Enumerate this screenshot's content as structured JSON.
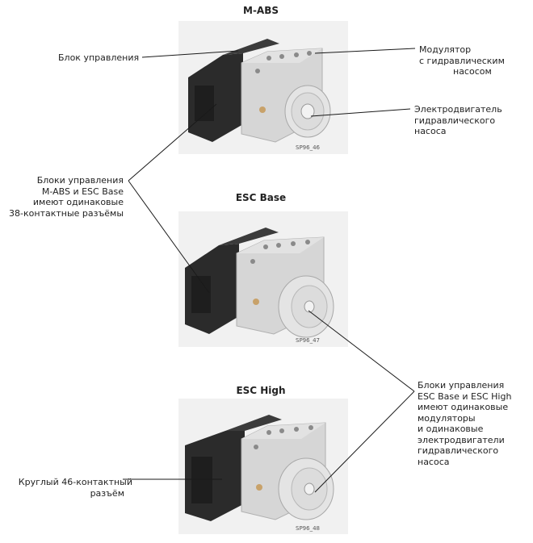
{
  "units": [
    {
      "title": "M-ABS",
      "caption": "SP96_46"
    },
    {
      "title": "ESC Base",
      "caption": "SP96_47"
    },
    {
      "title": "ESC High",
      "caption": "SP96_48"
    }
  ],
  "labels": {
    "control_unit": "Блок управления",
    "modulator": [
      "Модулятор",
      "с гидравлическим",
      "насосом"
    ],
    "pump_motor": [
      "Электродвигатель",
      "гидравлического",
      "насоса"
    ],
    "same_connectors": [
      "Блоки управления",
      "M-ABS и ESC Base",
      "имеют одинаковые",
      "38-контактные разъёмы"
    ],
    "same_modulators": [
      "Блоки управления",
      "ESC Base и ESC High",
      "имеют одинаковые",
      "модуляторы",
      "и одинаковые",
      "электродвигатели",
      "гидравлического",
      "насоса"
    ],
    "round_connector": [
      "Круглый 46-контактный",
      "разъём"
    ]
  },
  "colors": {
    "panel": "#f1f1f1",
    "housing": "#2b2b2b",
    "block": "#d6d6d6",
    "motor": "#e4e4e4",
    "brass": "#c8a26a"
  }
}
